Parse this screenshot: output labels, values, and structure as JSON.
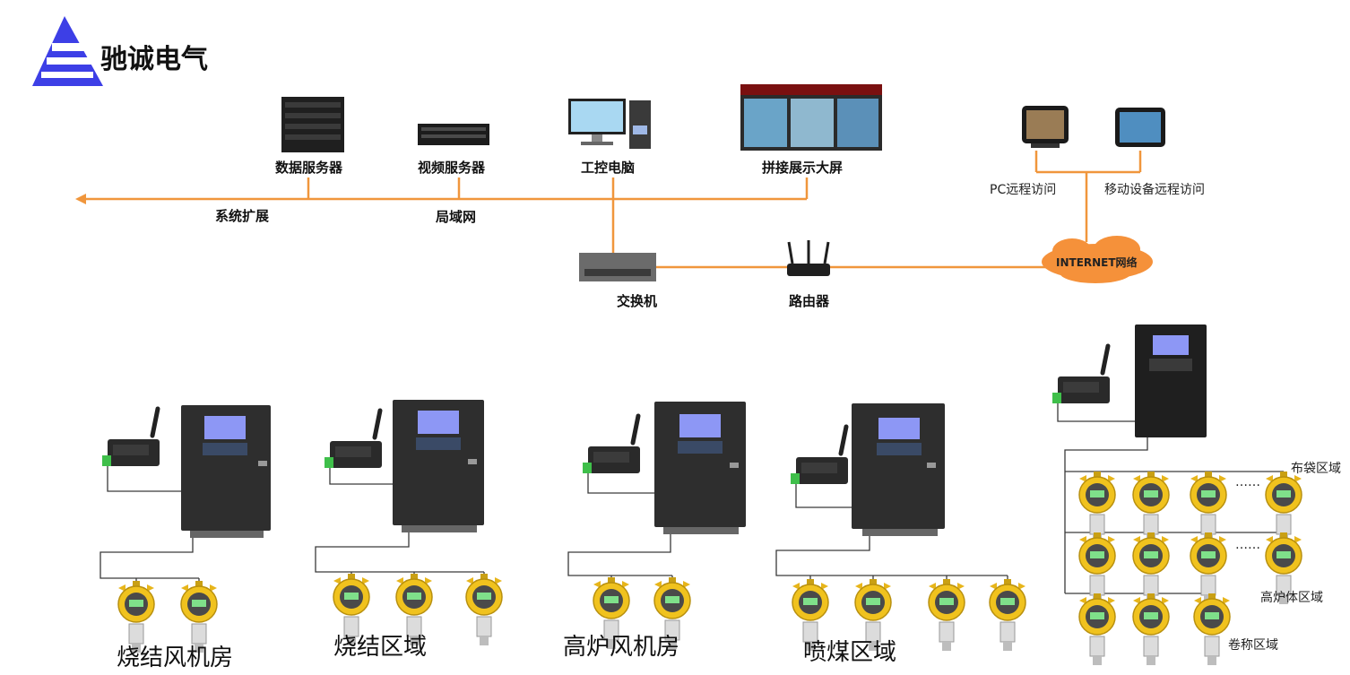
{
  "logo": {
    "brand": "驰诚电气",
    "accent_color": "#3d3fe6"
  },
  "network": {
    "line_color": "#f0963c",
    "devices": {
      "data_server": "数据服务器",
      "video_server": "视频服务器",
      "ipc": "工控电脑",
      "video_wall": "拼接展示大屏",
      "switch": "交换机",
      "router": "路由器"
    },
    "labels": {
      "expansion": "系统扩展",
      "lan": "局域网",
      "pc_remote": "PC远程访问",
      "mobile_remote": "移动设备远程访问",
      "internet": "INTERNET网络"
    }
  },
  "zones": {
    "z1": "烧结风机房",
    "z2": "烧结区域",
    "z3": "高炉风机房",
    "z4": "喷煤区域",
    "r1": "布袋区域",
    "r2": "高炉体区域",
    "r3": "卷称区域",
    "dots": "……"
  },
  "colors": {
    "panel": "#2e2e2e",
    "lcd": "#8d97f5",
    "detector": "#f0c21e",
    "wire": "#3a3a3a"
  }
}
